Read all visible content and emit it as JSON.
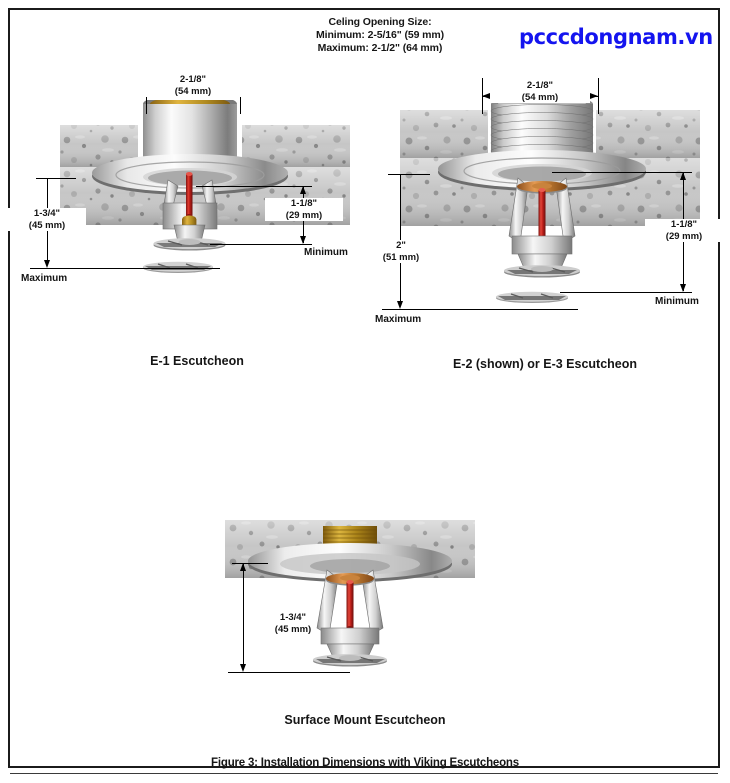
{
  "header": {
    "line1": "Celing Opening Size:",
    "line2": "Minimum: 2-5/16\" (59 mm)",
    "line3": "Maximum: 2-1/2\" (64 mm)"
  },
  "watermark": {
    "text": "pcccdongnam.vn",
    "color": "#1414ef"
  },
  "figure": {
    "caption": "Figure 3: Installation Dimensions with Viking Escutcheons"
  },
  "diagrams": [
    {
      "id": "e1",
      "caption": "E-1 Escutcheon",
      "dimensions": {
        "width_in": "2-1/8\"",
        "width_mm": "(54 mm)",
        "left_in": "1-3/4\"",
        "left_mm": "(45 mm)",
        "left_label": "Maximum",
        "right_in": "1-1/8\"",
        "right_mm": "(29 mm)",
        "right_label": "Minimum"
      }
    },
    {
      "id": "e2",
      "caption": "E-2 (shown) or E-3 Escutcheon",
      "dimensions": {
        "width_in": "2-1/8\"",
        "width_mm": "(54 mm)",
        "left_in": "2\"",
        "left_mm": "(51 mm)",
        "left_label": "Maximum",
        "right_in": "1-1/8\"",
        "right_mm": "(29 mm)",
        "right_label": "Minimum"
      }
    },
    {
      "id": "surface",
      "caption": "Surface Mount Escutcheon",
      "dimensions": {
        "left_in": "1-3/4\"",
        "left_mm": "(45 mm)"
      }
    }
  ],
  "colors": {
    "ceiling_light": "#d8d8d8",
    "ceiling_dark": "#6f6f6f",
    "metal_light": "#f2f2f2",
    "metal_mid": "#b5b5b5",
    "metal_dark": "#6b6b6b",
    "bulb_red": "#c0201c",
    "brass": "#b98b22",
    "line": "#000000"
  }
}
